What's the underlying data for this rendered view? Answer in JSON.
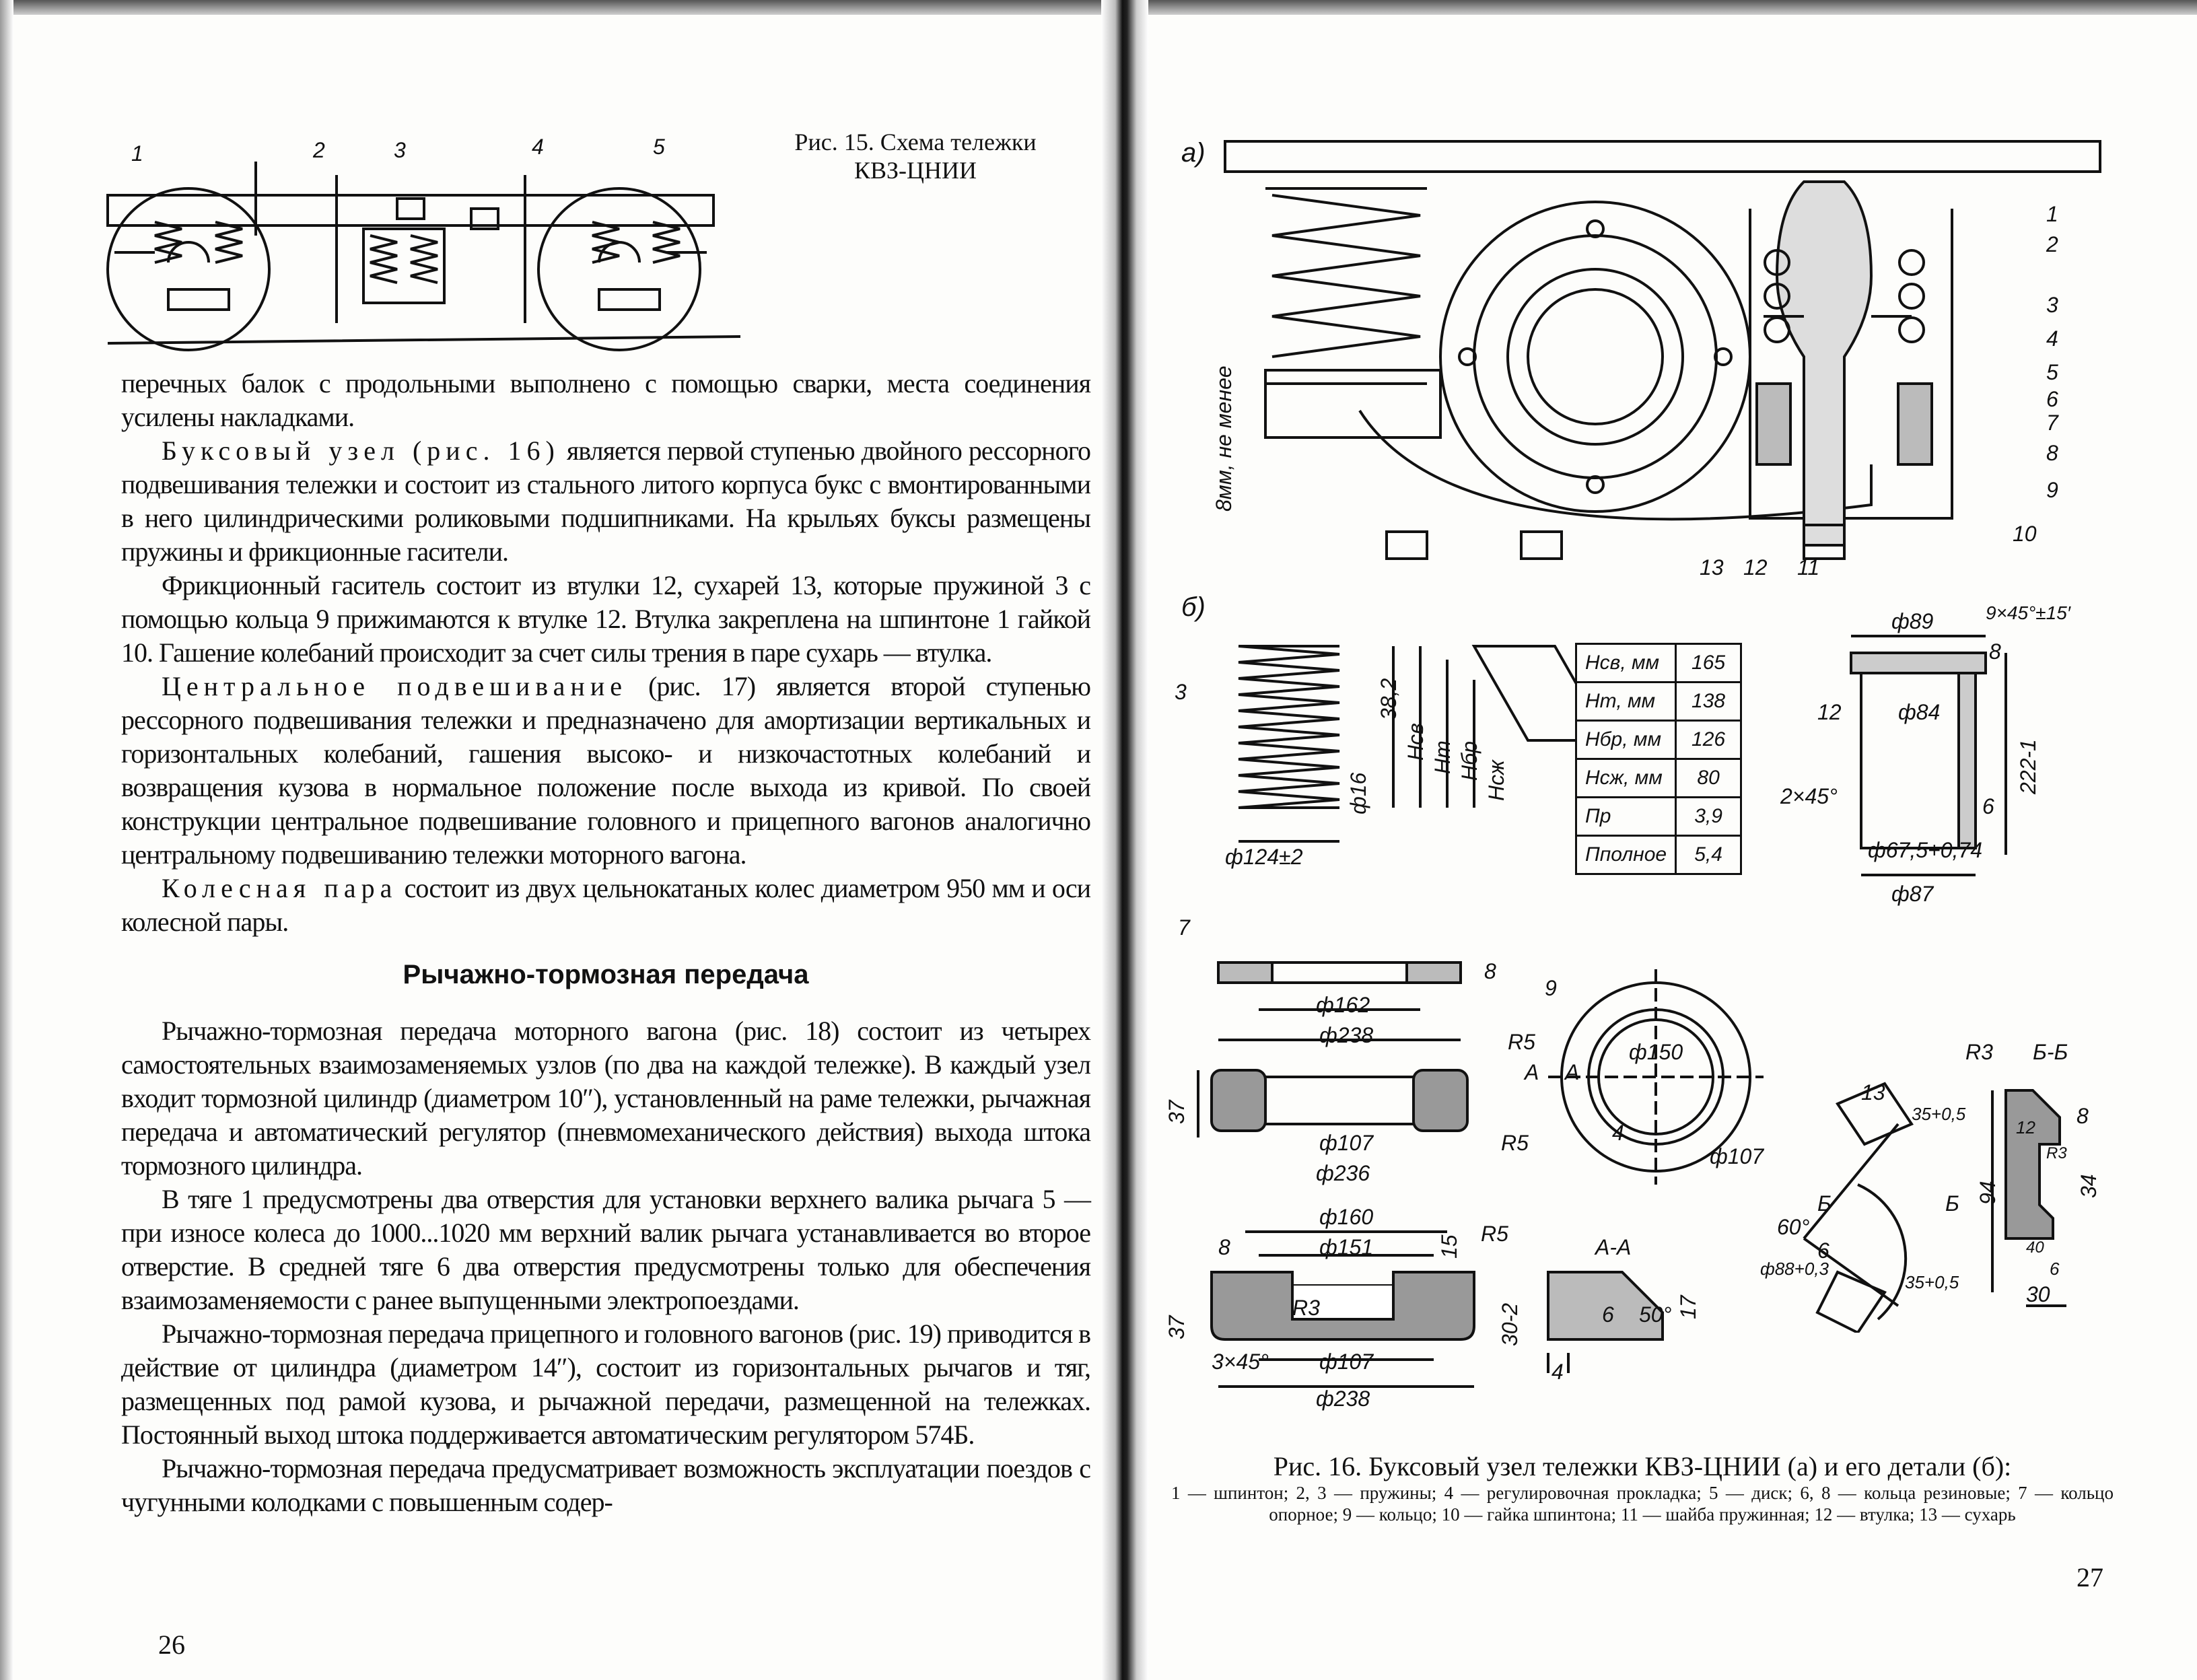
{
  "left_page": {
    "page_number": "26",
    "fig15": {
      "caption_line1": "Рис. 15. Схема тележки",
      "caption_line2": "КВЗ-ЦНИИ",
      "labels": [
        "1",
        "2",
        "3",
        "4",
        "5"
      ]
    },
    "paragraphs": [
      "перечных балок с продольными выполнено с помощью сварки, места соединения усилены накладками.",
      "является первой ступенью двойного рессорного подвешивания тележки и состоит из стального литого корпуса букс с вмонтированными в него цилиндрическими роликовыми подшипниками. На крыльях буксы размещены пружины и фрикционные гасители.",
      "Фрикционный гаситель состоит из втулки 12, сухарей 13, которые пружиной 3 с помощью кольца 9 прижимаются к втулке 12. Втулка закреплена на шпинтоне 1 гайкой 10. Гашение колебаний происходит за счет силы трения в паре сухарь — втулка.",
      "(рис. 17) является второй ступенью рессорного подвешивания тележки и предназначено для амортизации вертикальных и горизонтальных колебаний, гашения высоко- и низкочастотных колебаний и возвращения кузова в нормальное положение после выхода из кривой. По своей конструкции центральное подвешивание головного и прицепного вагонов аналогично центральному подвешиванию тележки моторного вагона.",
      "состоит из двух цельнокатаных колес диаметром 950 мм и оси колесной пары."
    ],
    "spaced_terms": [
      "Буксовый узел (рис. 16)",
      "Центральное подвешивание",
      "Колесная пара"
    ],
    "heading": "Рычажно-тормозная передача",
    "paragraphs2": [
      "Рычажно-тормозная передача моторного вагона (рис. 18) состоит из четырех самостоятельных взаимозаменяемых узлов (по два на каждой тележке). В каждый узел входит тормозной цилиндр (диаметром 10″), установленный на раме тележки, рычажная передача и автоматический регулятор (пневмомеханического действия) выхода штока тормозного цилиндра.",
      "В тяге 1 предусмотрены два отверстия для установки верхнего валика рычага 5 — при износе колеса до 1000...1020 мм верхний валик рычага устанавливается во второе отверстие. В средней тяге 6 два отверстия предусмотрены только для обеспечения взаимозаменяемости с ранее выпущенными электропоездами.",
      "Рычажно-тормозная передача прицепного и головного вагонов (рис. 19) приводится в действие от цилиндра (диаметром 14″), состоит из горизонтальных рычагов и тяг, размещенных под рамой кузова, и рычажной передачи, размещенной на тележках. Постоянный выход штока поддерживается автоматическим регулятором 574Б.",
      "Рычажно-тормозная передача предусматривает возможность эксплуатации поездов с чугунными колодками с повышенным содер-"
    ]
  },
  "right_page": {
    "page_number": "27",
    "fig16a": {
      "letter": "а)",
      "gap_note": "8мм, не менее",
      "labels": [
        "1",
        "2",
        "3",
        "4",
        "5",
        "6",
        "7",
        "8",
        "9",
        "10",
        "13",
        "12",
        "11"
      ]
    },
    "fig16b": {
      "letter": "б)",
      "spring_labels": [
        "3",
        "38,2",
        "Hсв",
        "Hт",
        "Hбр",
        "Hсж",
        "ф16",
        "ф124±2"
      ],
      "spring_table": [
        [
          "Hсв, мм",
          "165"
        ],
        [
          "Hт, мм",
          "138"
        ],
        [
          "Hбр, мм",
          "126"
        ],
        [
          "Hсж, мм",
          "80"
        ],
        [
          "Пр",
          "3,9"
        ],
        [
          "Пполное",
          "5,4"
        ]
      ],
      "bushing_labels": [
        "ф89",
        "9×45°±15′",
        "8",
        "12",
        "ф84",
        "222-1",
        "2×45°",
        "6",
        "ф67,5+0,74",
        "ф87"
      ],
      "ring7_labels": [
        "7",
        "8",
        "ф162",
        "ф238",
        "37",
        "ф107",
        "ф236",
        "R5",
        "R5"
      ],
      "ring8_labels": [
        "ф160",
        "ф151",
        "8",
        "15",
        "R5",
        "37",
        "R3",
        "30-2",
        "3×45°",
        "ф107",
        "ф238"
      ],
      "ring9_labels": [
        "9",
        "A",
        "A",
        "ф150",
        "4",
        "ф107"
      ],
      "section_aa_labels": [
        "А-А",
        "6",
        "50°",
        "17",
        "4"
      ],
      "section_bb_labels": [
        "R3",
        "Б-Б",
        "13",
        "35+0,5",
        "Б",
        "Б",
        "60°",
        "6",
        "ф88+0,3",
        "35+0,5",
        "8",
        "R3",
        "12",
        "94",
        "34",
        "40",
        "6",
        "30"
      ]
    },
    "caption": {
      "title": "Рис. 16. Буксовый узел тележки КВЗ-ЦНИИ (а) и его детали (б):",
      "legend": "1 — шпинтон; 2, 3 — пружины; 4 — регулировочная прокладка; 5 — диск; 6, 8 — кольца резиновые; 7 — кольцо опорное; 9 — кольцо; 10 — гайка шпинтона; 11 — шайба пружинная; 12 — втулка; 13 — сухарь"
    }
  }
}
